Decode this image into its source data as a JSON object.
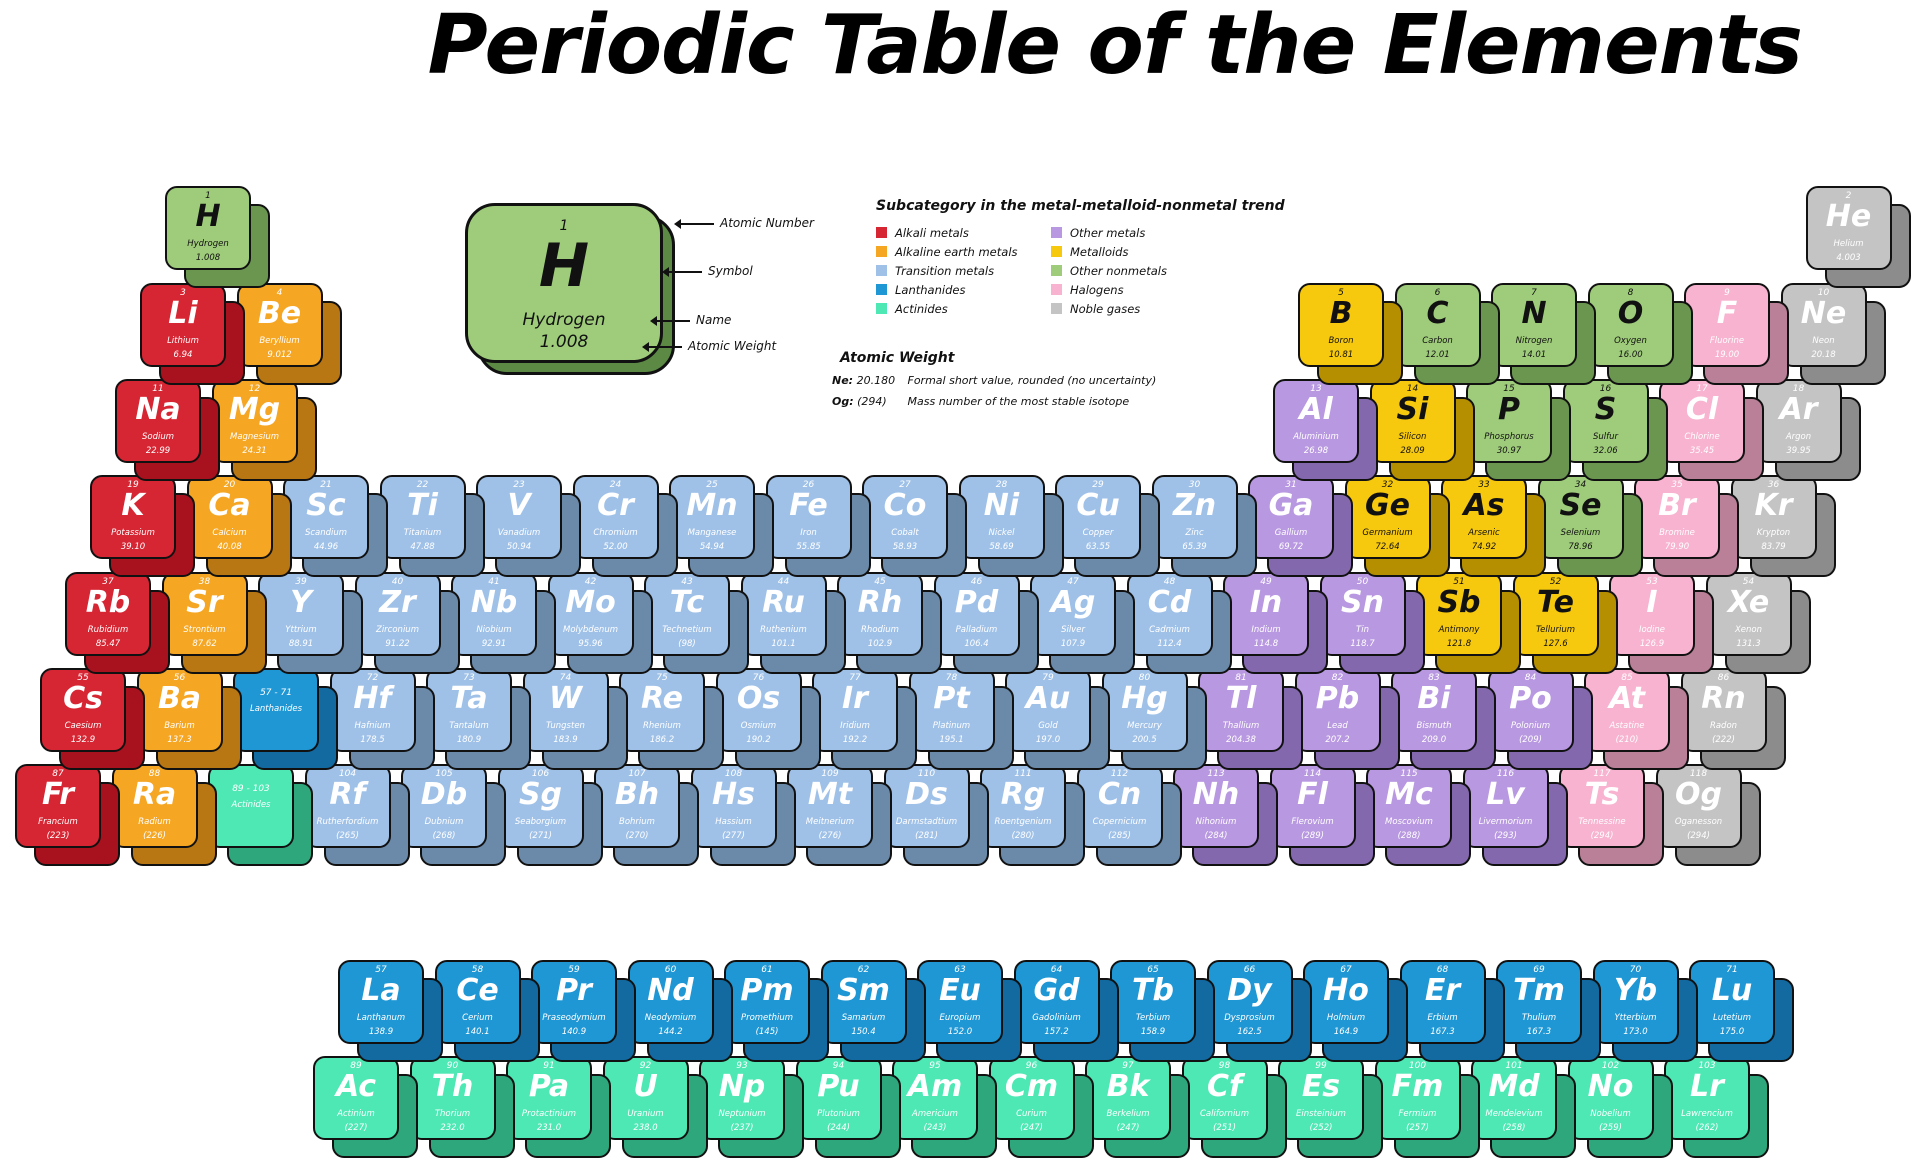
{
  "title": "Periodic Table of the Elements",
  "key": {
    "number": "1",
    "symbol": "H",
    "name": "Hydrogen",
    "weight": "1.008",
    "labels": {
      "number": "Atomic Number",
      "symbol": "Symbol",
      "name": "Name",
      "weight": "Atomic Weight"
    }
  },
  "legend": {
    "title": "Subcategory in the metal-metalloid-nonmetal trend",
    "categories": [
      {
        "id": "alkali",
        "label": "Alkali metals",
        "color": "#d62633"
      },
      {
        "id": "alkaline",
        "label": "Alkaline earth metals",
        "color": "#f5a623"
      },
      {
        "id": "transition",
        "label": "Transition metals",
        "color": "#9fc1e8"
      },
      {
        "id": "lanthanide",
        "label": "Lanthanides",
        "color": "#1f97d4"
      },
      {
        "id": "actinide",
        "label": "Actinides",
        "color": "#4ee8b4"
      },
      {
        "id": "other_metal",
        "label": "Other metals",
        "color": "#b898e0"
      },
      {
        "id": "metalloid",
        "label": "Metalloids",
        "color": "#f7c90e"
      },
      {
        "id": "nonmetal",
        "label": "Other nonmetals",
        "color": "#9fcc7a"
      },
      {
        "id": "halogen",
        "label": "Halogens",
        "color": "#f7b3cf"
      },
      {
        "id": "noble",
        "label": "Noble gases",
        "color": "#c4c4c4"
      }
    ],
    "side_colors": {
      "alkali": "#a8121f",
      "alkaline": "#b87712",
      "transition": "#6b8aaa",
      "lanthanide": "#126aa0",
      "actinide": "#2fa77d",
      "other_metal": "#8468ad",
      "metalloid": "#b58f00",
      "nonmetal": "#6b9650",
      "halogen": "#b98097",
      "noble": "#8c8c8c"
    }
  },
  "atomic_weight_note": {
    "title": "Atomic Weight",
    "rows": [
      {
        "key": "Ne:",
        "value": "20.180",
        "desc": "Formal short value, rounded (no uncertainty)"
      },
      {
        "key": "Og:",
        "value": "(294)",
        "desc": "Mass number of the most stable isotope"
      }
    ]
  },
  "elements": [
    {
      "n": "1",
      "s": "H",
      "name": "Hydrogen",
      "w": "1.008",
      "g": 1,
      "p": 1,
      "c": "nonmetal"
    },
    {
      "n": "2",
      "s": "He",
      "name": "Helium",
      "w": "4.003",
      "g": 18,
      "p": 1,
      "c": "noble"
    },
    {
      "n": "3",
      "s": "Li",
      "name": "Lithium",
      "w": "6.94",
      "g": 1,
      "p": 2,
      "c": "alkali"
    },
    {
      "n": "4",
      "s": "Be",
      "name": "Beryllium",
      "w": "9.012",
      "g": 2,
      "p": 2,
      "c": "alkaline"
    },
    {
      "n": "5",
      "s": "B",
      "name": "Boron",
      "w": "10.81",
      "g": 13,
      "p": 2,
      "c": "metalloid"
    },
    {
      "n": "6",
      "s": "C",
      "name": "Carbon",
      "w": "12.01",
      "g": 14,
      "p": 2,
      "c": "nonmetal"
    },
    {
      "n": "7",
      "s": "N",
      "name": "Nitrogen",
      "w": "14.01",
      "g": 15,
      "p": 2,
      "c": "nonmetal"
    },
    {
      "n": "8",
      "s": "O",
      "name": "Oxygen",
      "w": "16.00",
      "g": 16,
      "p": 2,
      "c": "nonmetal"
    },
    {
      "n": "9",
      "s": "F",
      "name": "Fluorine",
      "w": "19.00",
      "g": 17,
      "p": 2,
      "c": "halogen"
    },
    {
      "n": "10",
      "s": "Ne",
      "name": "Neon",
      "w": "20.18",
      "g": 18,
      "p": 2,
      "c": "noble"
    },
    {
      "n": "11",
      "s": "Na",
      "name": "Sodium",
      "w": "22.99",
      "g": 1,
      "p": 3,
      "c": "alkali"
    },
    {
      "n": "12",
      "s": "Mg",
      "name": "Magnesium",
      "w": "24.31",
      "g": 2,
      "p": 3,
      "c": "alkaline"
    },
    {
      "n": "13",
      "s": "Al",
      "name": "Aluminium",
      "w": "26.98",
      "g": 13,
      "p": 3,
      "c": "other_metal"
    },
    {
      "n": "14",
      "s": "Si",
      "name": "Silicon",
      "w": "28.09",
      "g": 14,
      "p": 3,
      "c": "metalloid"
    },
    {
      "n": "15",
      "s": "P",
      "name": "Phosphorus",
      "w": "30.97",
      "g": 15,
      "p": 3,
      "c": "nonmetal"
    },
    {
      "n": "16",
      "s": "S",
      "name": "Sulfur",
      "w": "32.06",
      "g": 16,
      "p": 3,
      "c": "nonmetal"
    },
    {
      "n": "17",
      "s": "Cl",
      "name": "Chlorine",
      "w": "35.45",
      "g": 17,
      "p": 3,
      "c": "halogen"
    },
    {
      "n": "18",
      "s": "Ar",
      "name": "Argon",
      "w": "39.95",
      "g": 18,
      "p": 3,
      "c": "noble"
    },
    {
      "n": "19",
      "s": "K",
      "name": "Potassium",
      "w": "39.10",
      "g": 1,
      "p": 4,
      "c": "alkali"
    },
    {
      "n": "20",
      "s": "Ca",
      "name": "Calcium",
      "w": "40.08",
      "g": 2,
      "p": 4,
      "c": "alkaline"
    },
    {
      "n": "21",
      "s": "Sc",
      "name": "Scandium",
      "w": "44.96",
      "g": 3,
      "p": 4,
      "c": "transition"
    },
    {
      "n": "22",
      "s": "Ti",
      "name": "Titanium",
      "w": "47.88",
      "g": 4,
      "p": 4,
      "c": "transition"
    },
    {
      "n": "23",
      "s": "V",
      "name": "Vanadium",
      "w": "50.94",
      "g": 5,
      "p": 4,
      "c": "transition"
    },
    {
      "n": "24",
      "s": "Cr",
      "name": "Chromium",
      "w": "52.00",
      "g": 6,
      "p": 4,
      "c": "transition"
    },
    {
      "n": "25",
      "s": "Mn",
      "name": "Manganese",
      "w": "54.94",
      "g": 7,
      "p": 4,
      "c": "transition"
    },
    {
      "n": "26",
      "s": "Fe",
      "name": "Iron",
      "w": "55.85",
      "g": 8,
      "p": 4,
      "c": "transition"
    },
    {
      "n": "27",
      "s": "Co",
      "name": "Cobalt",
      "w": "58.93",
      "g": 9,
      "p": 4,
      "c": "transition"
    },
    {
      "n": "28",
      "s": "Ni",
      "name": "Nickel",
      "w": "58.69",
      "g": 10,
      "p": 4,
      "c": "transition"
    },
    {
      "n": "29",
      "s": "Cu",
      "name": "Copper",
      "w": "63.55",
      "g": 11,
      "p": 4,
      "c": "transition"
    },
    {
      "n": "30",
      "s": "Zn",
      "name": "Zinc",
      "w": "65.39",
      "g": 12,
      "p": 4,
      "c": "transition"
    },
    {
      "n": "31",
      "s": "Ga",
      "name": "Gallium",
      "w": "69.72",
      "g": 13,
      "p": 4,
      "c": "other_metal"
    },
    {
      "n": "32",
      "s": "Ge",
      "name": "Germanium",
      "w": "72.64",
      "g": 14,
      "p": 4,
      "c": "metalloid"
    },
    {
      "n": "33",
      "s": "As",
      "name": "Arsenic",
      "w": "74.92",
      "g": 15,
      "p": 4,
      "c": "metalloid"
    },
    {
      "n": "34",
      "s": "Se",
      "name": "Selenium",
      "w": "78.96",
      "g": 16,
      "p": 4,
      "c": "nonmetal"
    },
    {
      "n": "35",
      "s": "Br",
      "name": "Bromine",
      "w": "79.90",
      "g": 17,
      "p": 4,
      "c": "halogen"
    },
    {
      "n": "36",
      "s": "Kr",
      "name": "Krypton",
      "w": "83.79",
      "g": 18,
      "p": 4,
      "c": "noble"
    },
    {
      "n": "37",
      "s": "Rb",
      "name": "Rubidium",
      "w": "85.47",
      "g": 1,
      "p": 5,
      "c": "alkali"
    },
    {
      "n": "38",
      "s": "Sr",
      "name": "Strontium",
      "w": "87.62",
      "g": 2,
      "p": 5,
      "c": "alkaline"
    },
    {
      "n": "39",
      "s": "Y",
      "name": "Yttrium",
      "w": "88.91",
      "g": 3,
      "p": 5,
      "c": "transition"
    },
    {
      "n": "40",
      "s": "Zr",
      "name": "Zirconium",
      "w": "91.22",
      "g": 4,
      "p": 5,
      "c": "transition"
    },
    {
      "n": "41",
      "s": "Nb",
      "name": "Niobium",
      "w": "92.91",
      "g": 5,
      "p": 5,
      "c": "transition"
    },
    {
      "n": "42",
      "s": "Mo",
      "name": "Molybdenum",
      "w": "95.96",
      "g": 6,
      "p": 5,
      "c": "transition"
    },
    {
      "n": "43",
      "s": "Tc",
      "name": "Technetium",
      "w": "(98)",
      "g": 7,
      "p": 5,
      "c": "transition"
    },
    {
      "n": "44",
      "s": "Ru",
      "name": "Ruthenium",
      "w": "101.1",
      "g": 8,
      "p": 5,
      "c": "transition"
    },
    {
      "n": "45",
      "s": "Rh",
      "name": "Rhodium",
      "w": "102.9",
      "g": 9,
      "p": 5,
      "c": "transition"
    },
    {
      "n": "46",
      "s": "Pd",
      "name": "Palladium",
      "w": "106.4",
      "g": 10,
      "p": 5,
      "c": "transition"
    },
    {
      "n": "47",
      "s": "Ag",
      "name": "Silver",
      "w": "107.9",
      "g": 11,
      "p": 5,
      "c": "transition"
    },
    {
      "n": "48",
      "s": "Cd",
      "name": "Cadmium",
      "w": "112.4",
      "g": 12,
      "p": 5,
      "c": "transition"
    },
    {
      "n": "49",
      "s": "In",
      "name": "Indium",
      "w": "114.8",
      "g": 13,
      "p": 5,
      "c": "other_metal"
    },
    {
      "n": "50",
      "s": "Sn",
      "name": "Tin",
      "w": "118.7",
      "g": 14,
      "p": 5,
      "c": "other_metal"
    },
    {
      "n": "51",
      "s": "Sb",
      "name": "Antimony",
      "w": "121.8",
      "g": 15,
      "p": 5,
      "c": "metalloid"
    },
    {
      "n": "52",
      "s": "Te",
      "name": "Tellurium",
      "w": "127.6",
      "g": 16,
      "p": 5,
      "c": "metalloid"
    },
    {
      "n": "53",
      "s": "I",
      "name": "Iodine",
      "w": "126.9",
      "g": 17,
      "p": 5,
      "c": "halogen"
    },
    {
      "n": "54",
      "s": "Xe",
      "name": "Xenon",
      "w": "131.3",
      "g": 18,
      "p": 5,
      "c": "noble"
    },
    {
      "n": "55",
      "s": "Cs",
      "name": "Caesium",
      "w": "132.9",
      "g": 1,
      "p": 6,
      "c": "alkali"
    },
    {
      "n": "56",
      "s": "Ba",
      "name": "Barium",
      "w": "137.3",
      "g": 2,
      "p": 6,
      "c": "alkaline"
    },
    {
      "n": "57 - 71",
      "s": "",
      "name": "Lanthanides",
      "w": "",
      "g": 3,
      "p": 6,
      "c": "lanthanide",
      "ref": true
    },
    {
      "n": "72",
      "s": "Hf",
      "name": "Hafnium",
      "w": "178.5",
      "g": 4,
      "p": 6,
      "c": "transition"
    },
    {
      "n": "73",
      "s": "Ta",
      "name": "Tantalum",
      "w": "180.9",
      "g": 5,
      "p": 6,
      "c": "transition"
    },
    {
      "n": "74",
      "s": "W",
      "name": "Tungsten",
      "w": "183.9",
      "g": 6,
      "p": 6,
      "c": "transition"
    },
    {
      "n": "75",
      "s": "Re",
      "name": "Rhenium",
      "w": "186.2",
      "g": 7,
      "p": 6,
      "c": "transition"
    },
    {
      "n": "76",
      "s": "Os",
      "name": "Osmium",
      "w": "190.2",
      "g": 8,
      "p": 6,
      "c": "transition"
    },
    {
      "n": "77",
      "s": "Ir",
      "name": "Iridium",
      "w": "192.2",
      "g": 9,
      "p": 6,
      "c": "transition"
    },
    {
      "n": "78",
      "s": "Pt",
      "name": "Platinum",
      "w": "195.1",
      "g": 10,
      "p": 6,
      "c": "transition"
    },
    {
      "n": "79",
      "s": "Au",
      "name": "Gold",
      "w": "197.0",
      "g": 11,
      "p": 6,
      "c": "transition"
    },
    {
      "n": "80",
      "s": "Hg",
      "name": "Mercury",
      "w": "200.5",
      "g": 12,
      "p": 6,
      "c": "transition"
    },
    {
      "n": "81",
      "s": "Tl",
      "name": "Thallium",
      "w": "204.38",
      "g": 13,
      "p": 6,
      "c": "other_metal"
    },
    {
      "n": "82",
      "s": "Pb",
      "name": "Lead",
      "w": "207.2",
      "g": 14,
      "p": 6,
      "c": "other_metal"
    },
    {
      "n": "83",
      "s": "Bi",
      "name": "Bismuth",
      "w": "209.0",
      "g": 15,
      "p": 6,
      "c": "other_metal"
    },
    {
      "n": "84",
      "s": "Po",
      "name": "Polonium",
      "w": "(209)",
      "g": 16,
      "p": 6,
      "c": "other_metal"
    },
    {
      "n": "85",
      "s": "At",
      "name": "Astatine",
      "w": "(210)",
      "g": 17,
      "p": 6,
      "c": "halogen"
    },
    {
      "n": "86",
      "s": "Rn",
      "name": "Radon",
      "w": "(222)",
      "g": 18,
      "p": 6,
      "c": "noble"
    },
    {
      "n": "87",
      "s": "Fr",
      "name": "Francium",
      "w": "(223)",
      "g": 1,
      "p": 7,
      "c": "alkali"
    },
    {
      "n": "88",
      "s": "Ra",
      "name": "Radium",
      "w": "(226)",
      "g": 2,
      "p": 7,
      "c": "alkaline"
    },
    {
      "n": "89 - 103",
      "s": "",
      "name": "Actinides",
      "w": "",
      "g": 3,
      "p": 7,
      "c": "actinide",
      "ref": true
    },
    {
      "n": "104",
      "s": "Rf",
      "name": "Rutherfordium",
      "w": "(265)",
      "g": 4,
      "p": 7,
      "c": "transition"
    },
    {
      "n": "105",
      "s": "Db",
      "name": "Dubnium",
      "w": "(268)",
      "g": 5,
      "p": 7,
      "c": "transition"
    },
    {
      "n": "106",
      "s": "Sg",
      "name": "Seaborgium",
      "w": "(271)",
      "g": 6,
      "p": 7,
      "c": "transition"
    },
    {
      "n": "107",
      "s": "Bh",
      "name": "Bohrium",
      "w": "(270)",
      "g": 7,
      "p": 7,
      "c": "transition"
    },
    {
      "n": "108",
      "s": "Hs",
      "name": "Hassium",
      "w": "(277)",
      "g": 8,
      "p": 7,
      "c": "transition"
    },
    {
      "n": "109",
      "s": "Mt",
      "name": "Meitnerium",
      "w": "(276)",
      "g": 9,
      "p": 7,
      "c": "transition"
    },
    {
      "n": "110",
      "s": "Ds",
      "name": "Darmstadtium",
      "w": "(281)",
      "g": 10,
      "p": 7,
      "c": "transition"
    },
    {
      "n": "111",
      "s": "Rg",
      "name": "Roentgenium",
      "w": "(280)",
      "g": 11,
      "p": 7,
      "c": "transition"
    },
    {
      "n": "112",
      "s": "Cn",
      "name": "Copernicium",
      "w": "(285)",
      "g": 12,
      "p": 7,
      "c": "transition"
    },
    {
      "n": "113",
      "s": "Nh",
      "name": "Nihonium",
      "w": "(284)",
      "g": 13,
      "p": 7,
      "c": "other_metal"
    },
    {
      "n": "114",
      "s": "Fl",
      "name": "Flerovium",
      "w": "(289)",
      "g": 14,
      "p": 7,
      "c": "other_metal"
    },
    {
      "n": "115",
      "s": "Mc",
      "name": "Moscovium",
      "w": "(288)",
      "g": 15,
      "p": 7,
      "c": "other_metal"
    },
    {
      "n": "116",
      "s": "Lv",
      "name": "Livermorium",
      "w": "(293)",
      "g": 16,
      "p": 7,
      "c": "other_metal"
    },
    {
      "n": "117",
      "s": "Ts",
      "name": "Tennessine",
      "w": "(294)",
      "g": 17,
      "p": 7,
      "c": "halogen"
    },
    {
      "n": "118",
      "s": "Og",
      "name": "Oganesson",
      "w": "(294)",
      "g": 18,
      "p": 7,
      "c": "noble"
    },
    {
      "n": "57",
      "s": "La",
      "name": "Lanthanum",
      "w": "138.9",
      "g": 3,
      "p": 9,
      "c": "lanthanide"
    },
    {
      "n": "58",
      "s": "Ce",
      "name": "Cerium",
      "w": "140.1",
      "g": 4,
      "p": 9,
      "c": "lanthanide"
    },
    {
      "n": "59",
      "s": "Pr",
      "name": "Praseodymium",
      "w": "140.9",
      "g": 5,
      "p": 9,
      "c": "lanthanide"
    },
    {
      "n": "60",
      "s": "Nd",
      "name": "Neodymium",
      "w": "144.2",
      "g": 6,
      "p": 9,
      "c": "lanthanide"
    },
    {
      "n": "61",
      "s": "Pm",
      "name": "Promethium",
      "w": "(145)",
      "g": 7,
      "p": 9,
      "c": "lanthanide"
    },
    {
      "n": "62",
      "s": "Sm",
      "name": "Samarium",
      "w": "150.4",
      "g": 8,
      "p": 9,
      "c": "lanthanide"
    },
    {
      "n": "63",
      "s": "Eu",
      "name": "Europium",
      "w": "152.0",
      "g": 9,
      "p": 9,
      "c": "lanthanide"
    },
    {
      "n": "64",
      "s": "Gd",
      "name": "Gadolinium",
      "w": "157.2",
      "g": 10,
      "p": 9,
      "c": "lanthanide"
    },
    {
      "n": "65",
      "s": "Tb",
      "name": "Terbium",
      "w": "158.9",
      "g": 11,
      "p": 9,
      "c": "lanthanide"
    },
    {
      "n": "66",
      "s": "Dy",
      "name": "Dysprosium",
      "w": "162.5",
      "g": 12,
      "p": 9,
      "c": "lanthanide"
    },
    {
      "n": "67",
      "s": "Ho",
      "name": "Holmium",
      "w": "164.9",
      "g": 13,
      "p": 9,
      "c": "lanthanide"
    },
    {
      "n": "68",
      "s": "Er",
      "name": "Erbium",
      "w": "167.3",
      "g": 14,
      "p": 9,
      "c": "lanthanide"
    },
    {
      "n": "69",
      "s": "Tm",
      "name": "Thulium",
      "w": "167.3",
      "g": 15,
      "p": 9,
      "c": "lanthanide"
    },
    {
      "n": "70",
      "s": "Yb",
      "name": "Ytterbium",
      "w": "173.0",
      "g": 16,
      "p": 9,
      "c": "lanthanide"
    },
    {
      "n": "71",
      "s": "Lu",
      "name": "Lutetium",
      "w": "175.0",
      "g": 17,
      "p": 9,
      "c": "lanthanide"
    },
    {
      "n": "89",
      "s": "Ac",
      "name": "Actinium",
      "w": "(227)",
      "g": 3,
      "p": 10,
      "c": "actinide"
    },
    {
      "n": "90",
      "s": "Th",
      "name": "Thorium",
      "w": "232.0",
      "g": 4,
      "p": 10,
      "c": "actinide"
    },
    {
      "n": "91",
      "s": "Pa",
      "name": "Protactinium",
      "w": "231.0",
      "g": 5,
      "p": 10,
      "c": "actinide"
    },
    {
      "n": "92",
      "s": "U",
      "name": "Uranium",
      "w": "238.0",
      "g": 6,
      "p": 10,
      "c": "actinide"
    },
    {
      "n": "93",
      "s": "Np",
      "name": "Neptunium",
      "w": "(237)",
      "g": 7,
      "p": 10,
      "c": "actinide"
    },
    {
      "n": "94",
      "s": "Pu",
      "name": "Plutonium",
      "w": "(244)",
      "g": 8,
      "p": 10,
      "c": "actinide"
    },
    {
      "n": "95",
      "s": "Am",
      "name": "Americium",
      "w": "(243)",
      "g": 9,
      "p": 10,
      "c": "actinide"
    },
    {
      "n": "96",
      "s": "Cm",
      "name": "Curium",
      "w": "(247)",
      "g": 10,
      "p": 10,
      "c": "actinide"
    },
    {
      "n": "97",
      "s": "Bk",
      "name": "Berkelium",
      "w": "(247)",
      "g": 11,
      "p": 10,
      "c": "actinide"
    },
    {
      "n": "98",
      "s": "Cf",
      "name": "Californium",
      "w": "(251)",
      "g": 12,
      "p": 10,
      "c": "actinide"
    },
    {
      "n": "99",
      "s": "Es",
      "name": "Einsteinium",
      "w": "(252)",
      "g": 13,
      "p": 10,
      "c": "actinide"
    },
    {
      "n": "100",
      "s": "Fm",
      "name": "Fermium",
      "w": "(257)",
      "g": 14,
      "p": 10,
      "c": "actinide"
    },
    {
      "n": "101",
      "s": "Md",
      "name": "Mendelevium",
      "w": "(258)",
      "g": 15,
      "p": 10,
      "c": "actinide"
    },
    {
      "n": "102",
      "s": "No",
      "name": "Nobelium",
      "w": "(259)",
      "g": 16,
      "p": 10,
      "c": "actinide"
    },
    {
      "n": "103",
      "s": "Lr",
      "name": "Lawrencium",
      "w": "(262)",
      "g": 17,
      "p": 10,
      "c": "actinide"
    }
  ]
}
